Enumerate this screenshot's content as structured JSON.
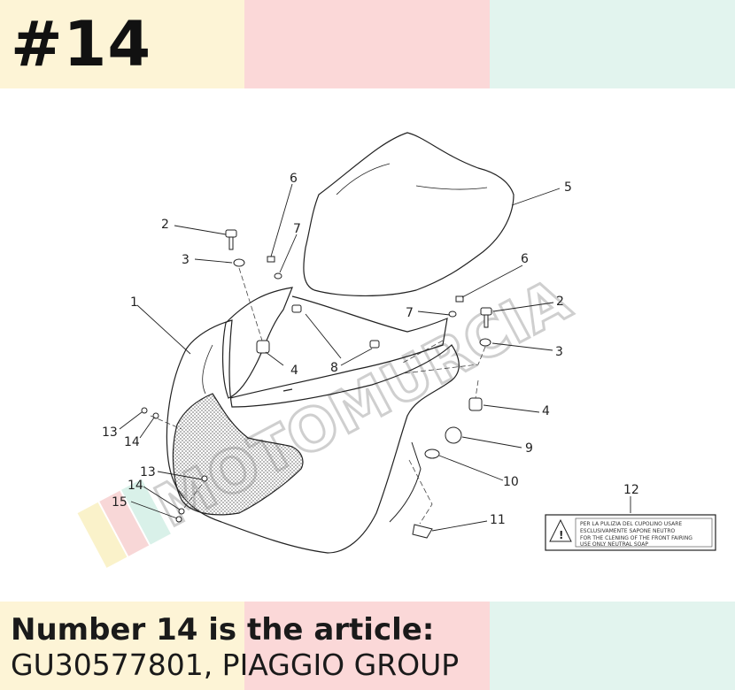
{
  "header": {
    "number": "#14",
    "band_colors": [
      "#fdf4d6",
      "#fbd8d8",
      "#e2f4ee"
    ]
  },
  "watermark": {
    "text": "MOTOMURCIA"
  },
  "diagram": {
    "callouts": [
      "1",
      "2",
      "3",
      "6",
      "7",
      "4",
      "8",
      "5",
      "6",
      "7",
      "2",
      "3",
      "4",
      "9",
      "10",
      "11",
      "12",
      "13",
      "14",
      "13",
      "14",
      "15"
    ],
    "warning_label": {
      "lines": [
        "PER LA PULIZIA DEL CUPOLINO USARE",
        "ESCLUSIVAMENTE SAPONE NEUTRO",
        "FOR THE CLENING OF THE FRONT FAIRING",
        "USE ONLY NEUTRAL SOAP"
      ]
    }
  },
  "footer": {
    "line1": "Number 14 is the article:",
    "line2": "GU30577801, PIAGGIO GROUP"
  }
}
